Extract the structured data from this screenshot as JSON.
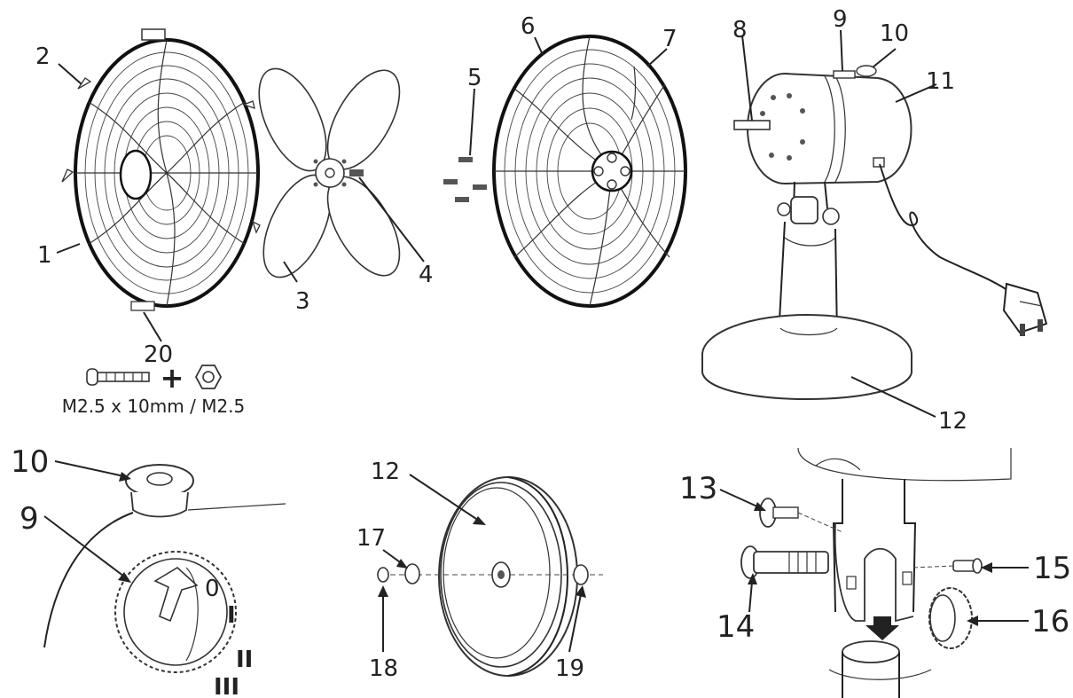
{
  "figure": {
    "callouts_top": [
      "1",
      "2",
      "3",
      "4",
      "5",
      "6",
      "7",
      "8",
      "9",
      "10",
      "11",
      "12",
      "20"
    ],
    "callouts_bottom": [
      "9",
      "10",
      "12",
      "13",
      "14",
      "15",
      "16",
      "17",
      "18",
      "19"
    ],
    "screw_spec": "M2.5 x 10mm / M2.5",
    "plus_symbol": "+",
    "switch_marks": [
      "0",
      "I",
      "II",
      "III"
    ]
  }
}
